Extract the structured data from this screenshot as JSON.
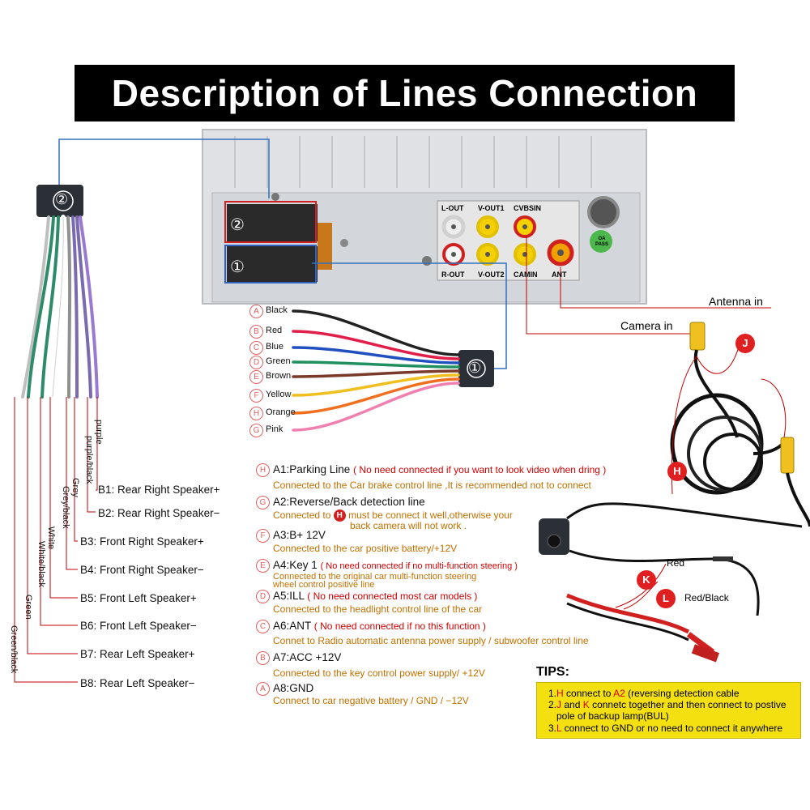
{
  "title": "Description of Lines Connection",
  "connector_numbers": {
    "one": "①",
    "two": "②"
  },
  "panel": {
    "ports_top": [
      "L-OUT",
      "V-OUT1",
      "CVBSIN"
    ],
    "ports_bottom": [
      "R-OUT",
      "V-OUT2",
      "CAMIN",
      "ANT"
    ],
    "oa_pass": "OA PASS"
  },
  "cables": {
    "antenna_in": "Antenna in",
    "camera_in": "Camera in"
  },
  "wires_right": [
    {
      "letter": "A",
      "name": "Black",
      "color": "#222222"
    },
    {
      "letter": "B",
      "name": "Red",
      "color": "#e0204a"
    },
    {
      "letter": "C",
      "name": "Blue",
      "color": "#2050c0"
    },
    {
      "letter": "D",
      "name": "Green",
      "color": "#209060"
    },
    {
      "letter": "E",
      "name": "Brown",
      "color": "#7a3a2a"
    },
    {
      "letter": "F",
      "name": "Yellow",
      "color": "#f0c020"
    },
    {
      "letter": "H",
      "name": "Orange",
      "color": "#f07020"
    },
    {
      "letter": "G",
      "name": "Pink",
      "color": "#f080b0"
    }
  ],
  "wires_left": [
    "purple",
    "purple/black",
    "Grey",
    "Grey/black",
    "White",
    "White/black",
    "Green",
    "Green/black"
  ],
  "speakers": [
    "B1: Rear Right Speaker+",
    "B2: Rear Right Speaker−",
    "B3: Front Right Speaker+",
    "B4: Front Right Speaker−",
    "B5: Front Left Speaker+",
    "B6: Front Left  Speaker−",
    "B7: Rear Left Speaker+",
    "B8: Rear Left Speaker−"
  ],
  "pins": [
    {
      "letter": "H",
      "head": "A1:Parking Line",
      "note": "( No need connected if you want to look video when dring )",
      "desc": [
        "Connected to the Car brake control line ,It is recommended not to connect"
      ]
    },
    {
      "letter": "G",
      "head": "A2:Reverse/Back detection line",
      "note": "",
      "desc": [
        "Connected to",
        "must be connect it well,otherwise your",
        "back camera will not work ."
      ],
      "marker": "H"
    },
    {
      "letter": "F",
      "head": "A3:B+ 12V",
      "note": "",
      "desc": [
        "Connected to the car positive battery/+12V"
      ]
    },
    {
      "letter": "E",
      "head": "A4:Key 1",
      "note": "( No need connected if no multi-function steering )",
      "desc": [
        "Connected to the original car multi-function steering",
        "wheel control positive line"
      ]
    },
    {
      "letter": "D",
      "head": "A5:ILL",
      "note": "( No need connected most car models )",
      "desc": [
        "Connected to the headlight control line of the car"
      ]
    },
    {
      "letter": "C",
      "head": "A6:ANT",
      "note": "( No need connected if no this function )",
      "desc": [
        "Connet to Radio automatic antenna power supply / subwoofer control line"
      ]
    },
    {
      "letter": "B",
      "head": "A7:ACC +12V",
      "note": "",
      "desc": [
        "Connected to the key control power supply/ +12V"
      ]
    },
    {
      "letter": "A",
      "head": "A8:GND",
      "note": "",
      "desc": [
        "Connect to car negative battery  / GND / −12V"
      ]
    }
  ],
  "camera": {
    "markers": [
      "J",
      "H",
      "K",
      "L"
    ],
    "red_label": "Red",
    "redblack_label": "Red/Black"
  },
  "tips": {
    "title": "TIPS:",
    "line1": {
      "pre": "1.",
      "h": "H",
      "mid": " connect to ",
      "a2": "A2",
      "post": " (reversing detection cable"
    },
    "line2": {
      "pre": "2.",
      "j": "J",
      "and": " and ",
      "k": "K",
      "post": " connetc together and then connect to postive"
    },
    "line2b": "pole of backup lamp(BUL)",
    "line3": {
      "pre": "3.",
      "l": "L",
      "post": " connect to GND  or no need to connect it anywhere"
    }
  },
  "colors": {
    "title_bg": "#000000",
    "note_red": "#d00000",
    "desc_orange": "#c07000",
    "tips_bg": "#f4e010",
    "leader_red": "#c00000"
  }
}
